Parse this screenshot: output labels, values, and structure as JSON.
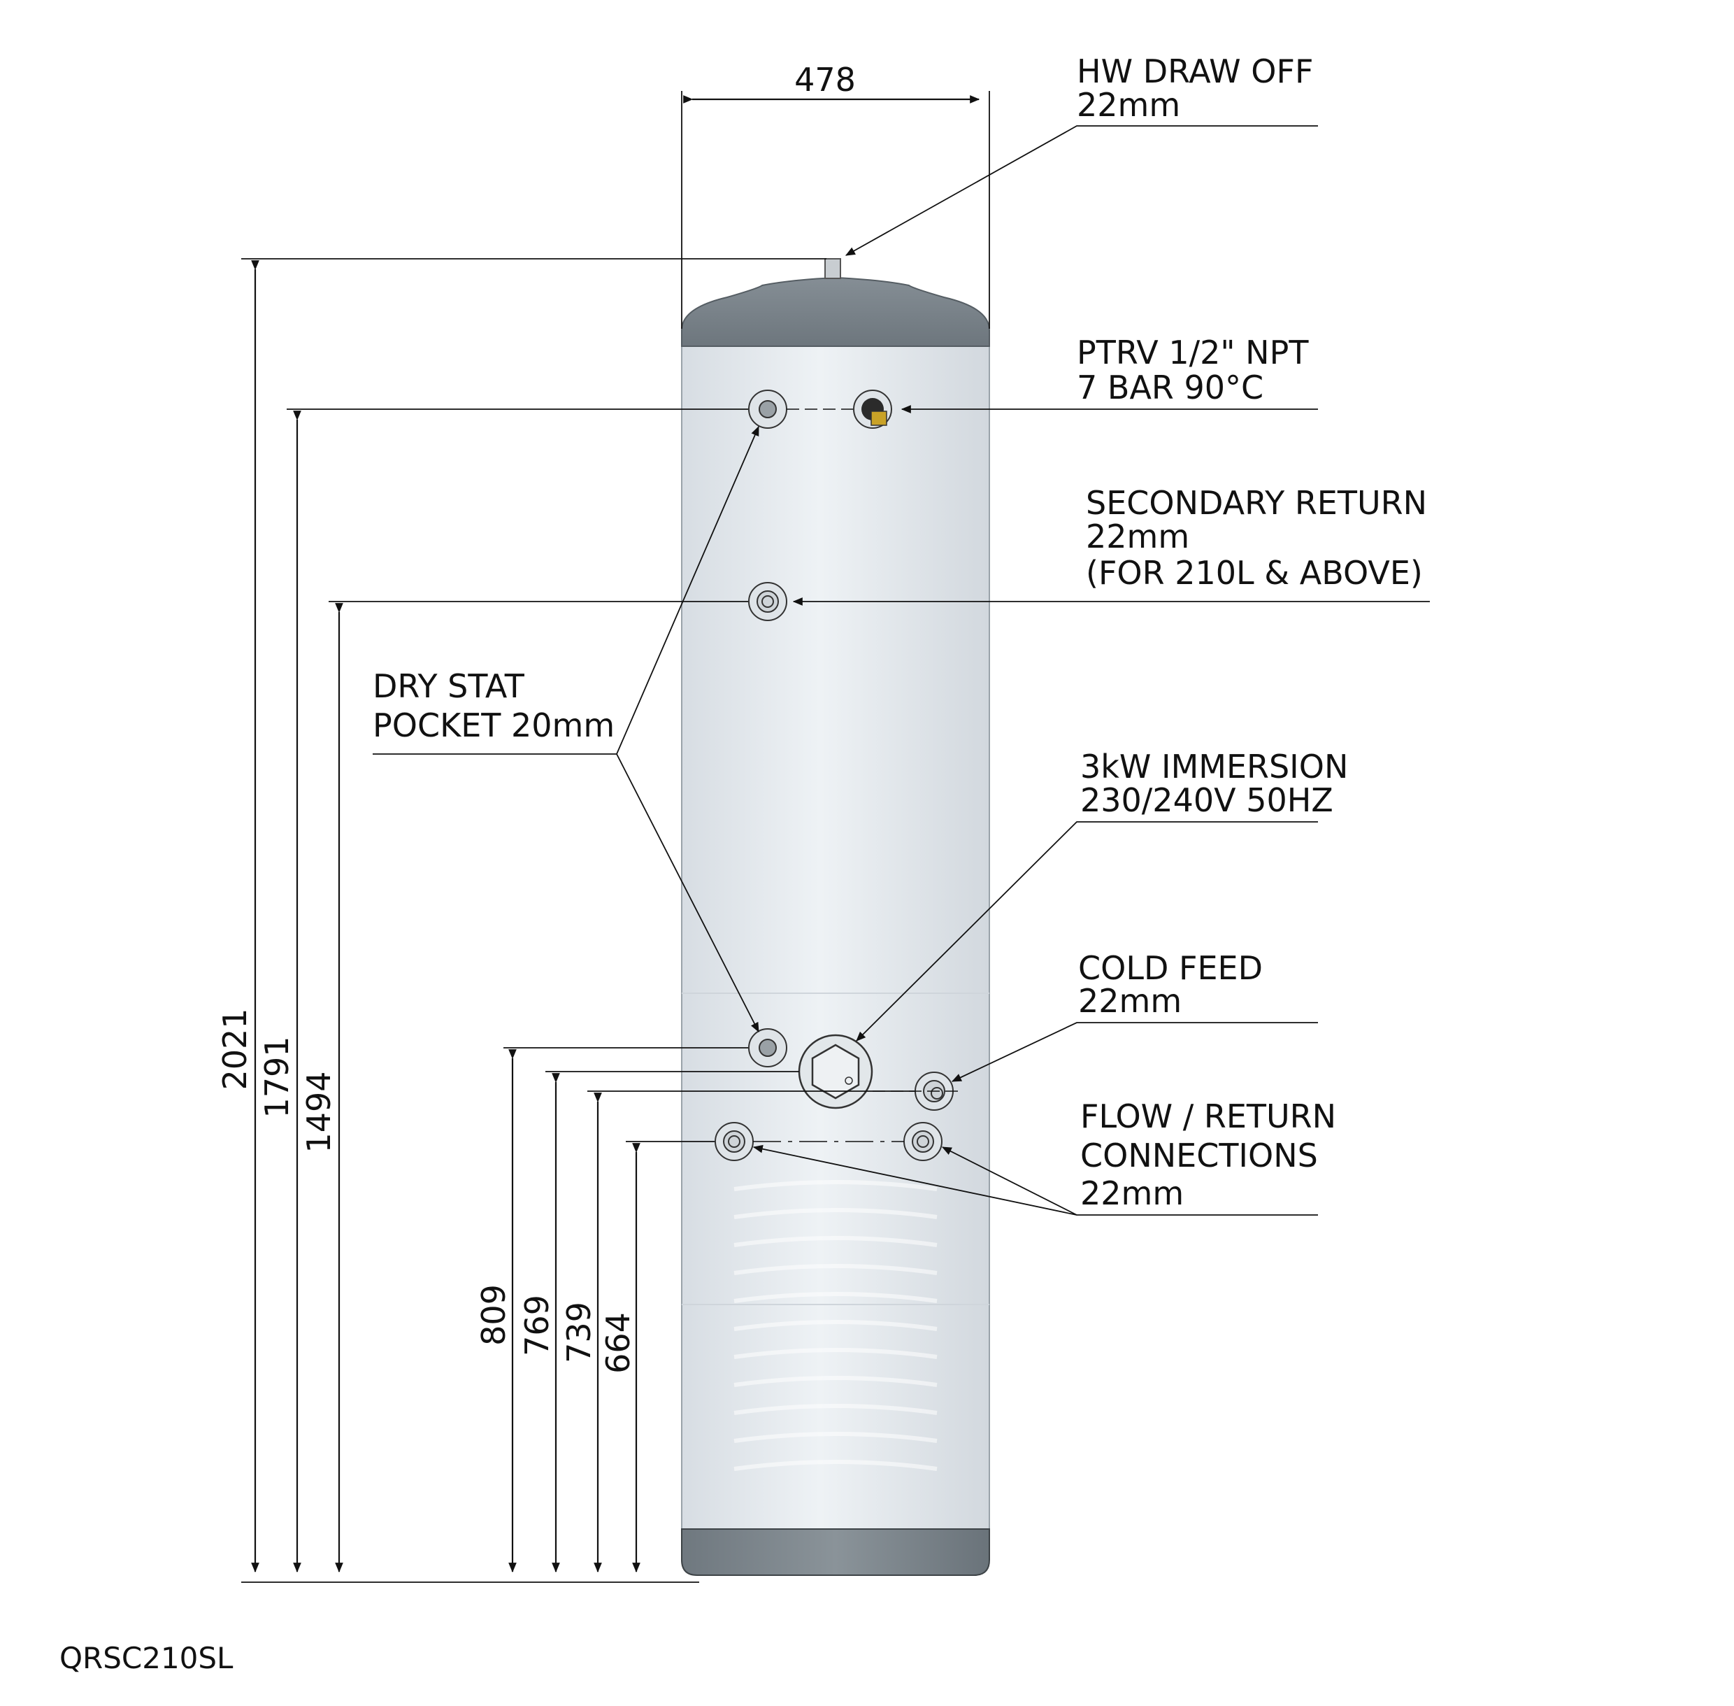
{
  "model": "QRSC210SL",
  "dimensions": {
    "width": "478",
    "overall_height": "2021",
    "ptrv_height": "1791",
    "secondary_return_height": "1494",
    "dry_stat_lower_height": "809",
    "immersion_height": "769",
    "cold_feed_height": "739",
    "flow_return_height": "664"
  },
  "labels": {
    "hw_draw_off": [
      "HW DRAW OFF",
      "22mm"
    ],
    "ptrv": [
      "PTRV 1/2\" NPT",
      "7 BAR 90°C"
    ],
    "secondary_return": [
      "SECONDARY RETURN",
      "22mm",
      "(FOR 210L & ABOVE)"
    ],
    "dry_stat": [
      "DRY STAT",
      "POCKET 20mm"
    ],
    "immersion": [
      "3kW IMMERSION",
      "230/240V 50HZ"
    ],
    "cold_feed": [
      "COLD FEED",
      "22mm"
    ],
    "flow_return": [
      "FLOW / RETURN",
      "CONNECTIONS",
      "22mm"
    ]
  },
  "colors": {
    "cylinder_body": "#e4e9ee",
    "end_caps": "#7d868d",
    "line": "#111111"
  }
}
